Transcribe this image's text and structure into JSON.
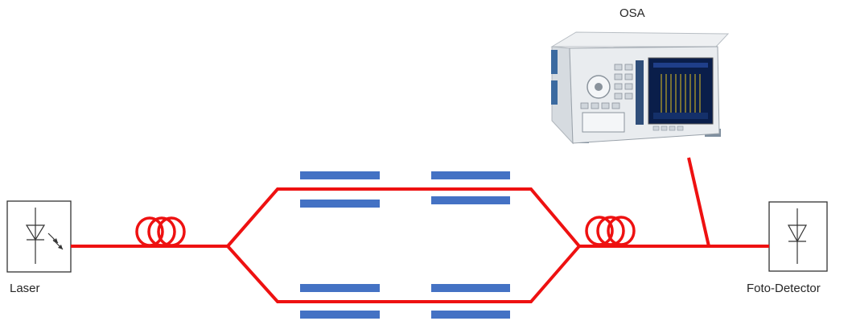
{
  "labels": {
    "osa": "OSA",
    "laser": "Laser",
    "detector": "Foto-Detector"
  },
  "colors": {
    "fiber": "#ee1111",
    "electrode": "#4472c4",
    "device_body": "#e9ecef",
    "device_panel": "#7f8f9f",
    "screen": "#0a1e4a",
    "trace": "#e0c020"
  },
  "icons": {
    "laser": "laser-diode-icon",
    "detector": "photodiode-icon",
    "fiber_coil": "fiber-coil-icon",
    "analyzer": "optical-spectrum-analyzer-icon"
  }
}
